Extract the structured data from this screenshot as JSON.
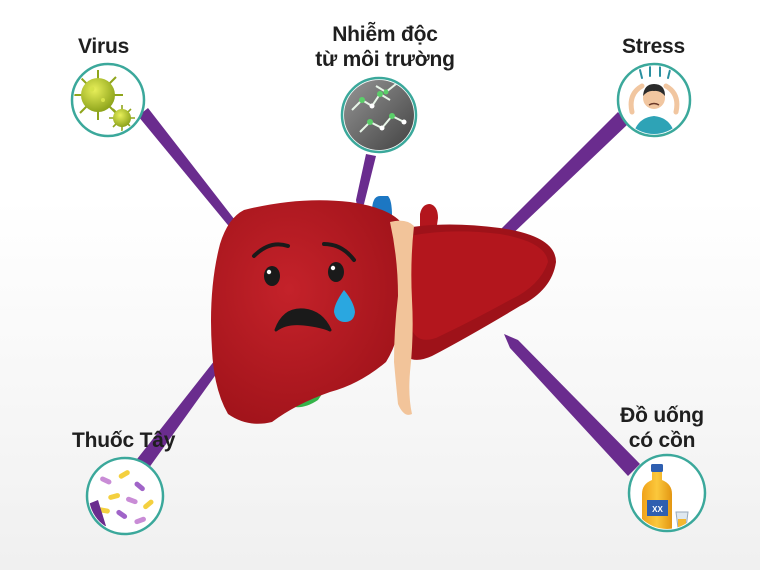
{
  "factors": {
    "virus": {
      "label": "Virus",
      "icon": "virus-icon"
    },
    "toxin": {
      "label_line1": "Nhiễm độc",
      "label_line2": "từ môi trường",
      "icon": "toxic-chemicals-icon"
    },
    "stress": {
      "label": "Stress",
      "icon": "stressed-person-icon"
    },
    "drug": {
      "label": "Thuốc Tây",
      "icon": "pills-icon"
    },
    "alcohol": {
      "label_line1": "Đồ uống",
      "label_line2": "có cồn",
      "bottle_text": "XX",
      "icon": "liquor-bottle-icon"
    }
  },
  "colors": {
    "arrow": "#6a2c8e",
    "liver": "#b3161d",
    "liver_shadow": "#8d0f16",
    "ligament": "#f2c49a",
    "gallbladder": "#35b34a",
    "vein": "#1c77c3",
    "circle_border": "#3ba89b",
    "tear": "#2aa7e0"
  }
}
